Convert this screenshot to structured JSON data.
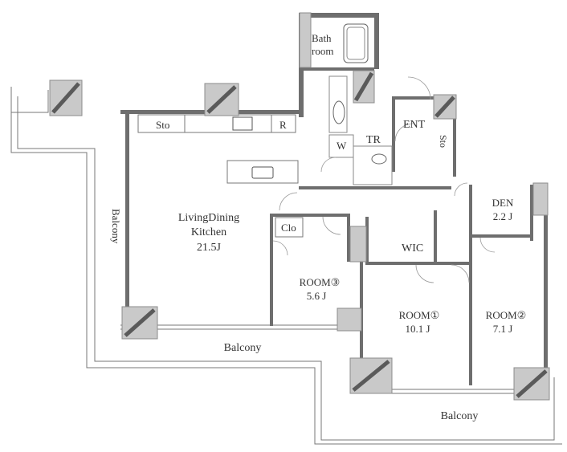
{
  "colors": {
    "wall": "#6e6e6e",
    "column_fill": "#c9c9c9",
    "line": "#777777",
    "text": "#333333",
    "background": "#ffffff"
  },
  "rooms": {
    "bath_line1": "Bath",
    "bath_line2": "room",
    "storage_kitchen": "Sto",
    "refrigerator": "R",
    "entrance": "ENT",
    "storage_entrance": "Sto",
    "washer": "W",
    "toilet": "TR",
    "ldk_line1": "LivingDining",
    "ldk_line2": "Kitchen",
    "ldk_size": "21.5J",
    "closet": "Clo",
    "room3_name": "ROOM③",
    "room3_size": "5.6 J",
    "wic": "WIC",
    "den_name": "DEN",
    "den_size": "2.2 J",
    "room1_name": "ROOM①",
    "room1_size": "10.1 J",
    "room2_name": "ROOM②",
    "room2_size": "7.1 J"
  },
  "balconies": {
    "left": "Balcony",
    "middle": "Balcony",
    "bottom": "Balcony"
  }
}
